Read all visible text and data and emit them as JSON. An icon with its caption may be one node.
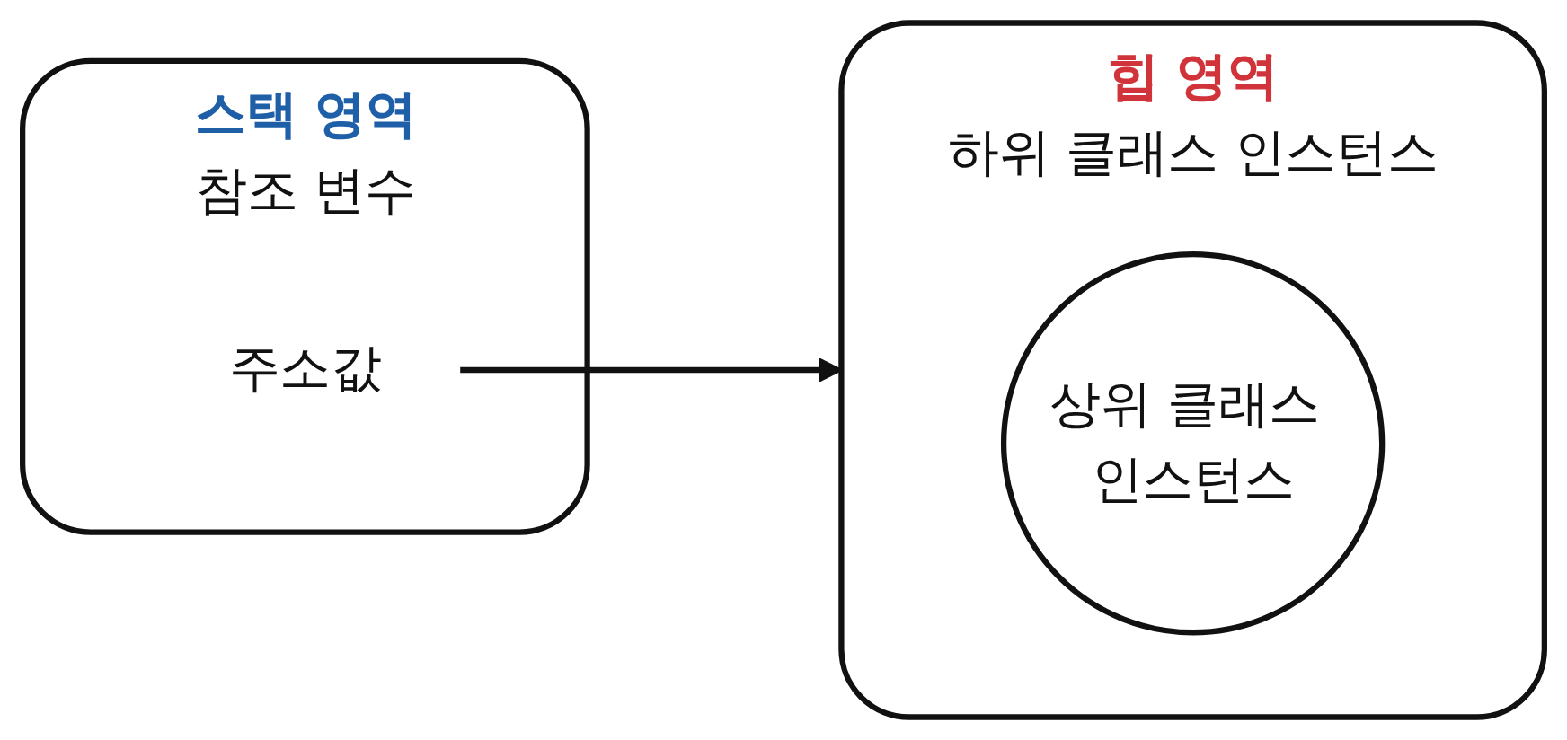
{
  "diagram": {
    "nodes": [
      {
        "text": [
          "스택 영역",
          "참조 변수"
        ]
      },
      {
        "text": [
          "주소값"
        ],
        "in": 0
      },
      {
        "text": [
          "힙 영역",
          "하위 클래스 인스턴스"
        ]
      },
      {
        "text": [
          "상위 클래스 인스턴스"
        ],
        "in": 2
      }
    ],
    "edges": [
      {
        "from": 1,
        "to": 2,
        "arrow": "to"
      }
    ]
  }
}
